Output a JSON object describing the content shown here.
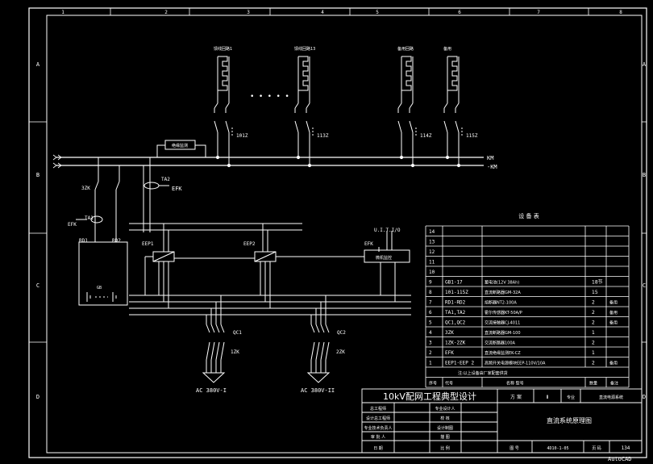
{
  "frame": {
    "col_markers": [
      "1",
      "2",
      "3",
      "4",
      "5",
      "6",
      "7",
      "8"
    ],
    "row_markers": [
      "A",
      "B",
      "C",
      "D"
    ],
    "watermark": "AutoCAD"
  },
  "feeders": [
    {
      "title": "馈线回路1",
      "tag": "101Z"
    },
    {
      "title": "馈线回路13",
      "tag": "113Z"
    },
    {
      "title": "备用回路",
      "tag": "114Z"
    },
    {
      "title": "备用",
      "tag": "115Z"
    }
  ],
  "feeder_ellipsis": "• • • • •",
  "bus": {
    "pos_label": "KM",
    "neg_label": "-KM"
  },
  "insulation_monitor": "绝缘监测",
  "labels": {
    "ta2": "TA2",
    "efk_top": "EFK",
    "zk3": "3ZK",
    "ta1": "TA1",
    "efk_left": "EFK",
    "rd1": "RD1",
    "rd2": "RD2",
    "battery": "GB",
    "eep1": "EEP1",
    "eep2": "EEP2",
    "efk_right": "EFK",
    "uit": "U.I.T.I/O",
    "monitor": "微机监控",
    "qc1": "QC1",
    "qc2": "QC2",
    "zk1": "1ZK",
    "zk2": "2ZK",
    "ac1": "AC 380V-I",
    "ac2": "AC 380V-II"
  },
  "equipment_table": {
    "title": "设 备 表",
    "rows": [
      {
        "no": "14",
        "code": "",
        "name": "",
        "qty": "",
        "note": ""
      },
      {
        "no": "13",
        "code": "",
        "name": "",
        "qty": "",
        "note": ""
      },
      {
        "no": "12",
        "code": "",
        "name": "",
        "qty": "",
        "note": ""
      },
      {
        "no": "11",
        "code": "",
        "name": "",
        "qty": "",
        "note": ""
      },
      {
        "no": "10",
        "code": "",
        "name": "",
        "qty": "",
        "note": ""
      },
      {
        "no": "9",
        "code": "GB1-17",
        "name": "蓄电池(12V 38Ah)",
        "qty": "18节",
        "note": ""
      },
      {
        "no": "8",
        "code": "101-115Z",
        "name": "直流断路器GM-32A",
        "qty": "15",
        "note": ""
      },
      {
        "no": "7",
        "code": "RD1-RD2",
        "name": "熔断器NT2-100A",
        "qty": "2",
        "note": "备用"
      },
      {
        "no": "6",
        "code": "TA1,TA2",
        "name": "霍尔传感器KT-50A/P",
        "qty": "2",
        "note": "备用"
      },
      {
        "no": "5",
        "code": "QC1,QC2",
        "name": "交流接触器CJ-4011",
        "qty": "2",
        "note": "备用"
      },
      {
        "no": "4",
        "code": "3ZK",
        "name": "直流断路器GM-100",
        "qty": "1",
        "note": ""
      },
      {
        "no": "3",
        "code": "1ZK-2ZK",
        "name": "交流断路器100A",
        "qty": "2",
        "note": ""
      },
      {
        "no": "2",
        "code": "EFK",
        "name": "直流绝缘监测EK-CZ",
        "qty": "1",
        "note": ""
      },
      {
        "no": "1",
        "code": "EEP1-EEP 2",
        "name": "高频开关电源模块EEP-110V/10A",
        "qty": "2",
        "note": "备用"
      }
    ],
    "footer_note": "注:以上设备由厂家配套供货",
    "headers": {
      "no": "序号",
      "code": "代号",
      "name": "名称 型号",
      "qty": "数量",
      "note": "备注"
    }
  },
  "title_block": {
    "project": "10kV配网工程典型设计",
    "stage_label": "方 案",
    "stage_value": "Ⅱ",
    "section_label": "专业",
    "section_value": "直流电源系统",
    "drawing_title": "直流系统原理图",
    "roles": [
      {
        "left": "总工程师",
        "right": "专业设计人"
      },
      {
        "left": "设计总工程师",
        "right": "校 核"
      },
      {
        "left": "专业技术负责人",
        "right": "设计制图"
      },
      {
        "left": "审 批 人",
        "right": "描 图"
      },
      {
        "left": "日 期",
        "right": "比 例"
      }
    ],
    "drawing_no_label": "图 号",
    "drawing_no": "4D10-1-05",
    "page_label": "页 码",
    "page_no": "134"
  }
}
